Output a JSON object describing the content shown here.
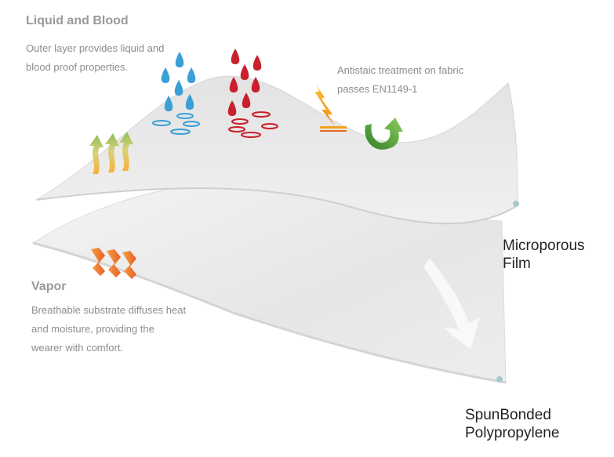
{
  "liquid": {
    "title": "Liquid and Blood",
    "description": "Outer layer provides liquid and blood proof properties."
  },
  "vapor": {
    "title": "Vapor",
    "description": "Breathable substrate diffuses heat and moisture, providing the wearer with comfort."
  },
  "antistatic": {
    "description": "Antistaic treatment on fabric passes EN1149-1"
  },
  "layers": {
    "top": "Microporous Film",
    "bottom": "SpunBonded Polypropylene"
  },
  "colors": {
    "water_drop": "#3aa0d6",
    "blood_drop": "#c8202c",
    "lightning": "#f2a21b",
    "recycle_arrow": "#4a9a3a",
    "vapor_rising": "#c9cf64",
    "vapor_wave": "#f07a2a",
    "fabric": "#ececec",
    "marker_dot": "#a8c8c8"
  },
  "icons": [
    "water-drop-icon",
    "blood-drop-icon",
    "lightning-icon",
    "curved-arrow-icon",
    "vapor-arrow-icon",
    "heat-wave-icon"
  ]
}
